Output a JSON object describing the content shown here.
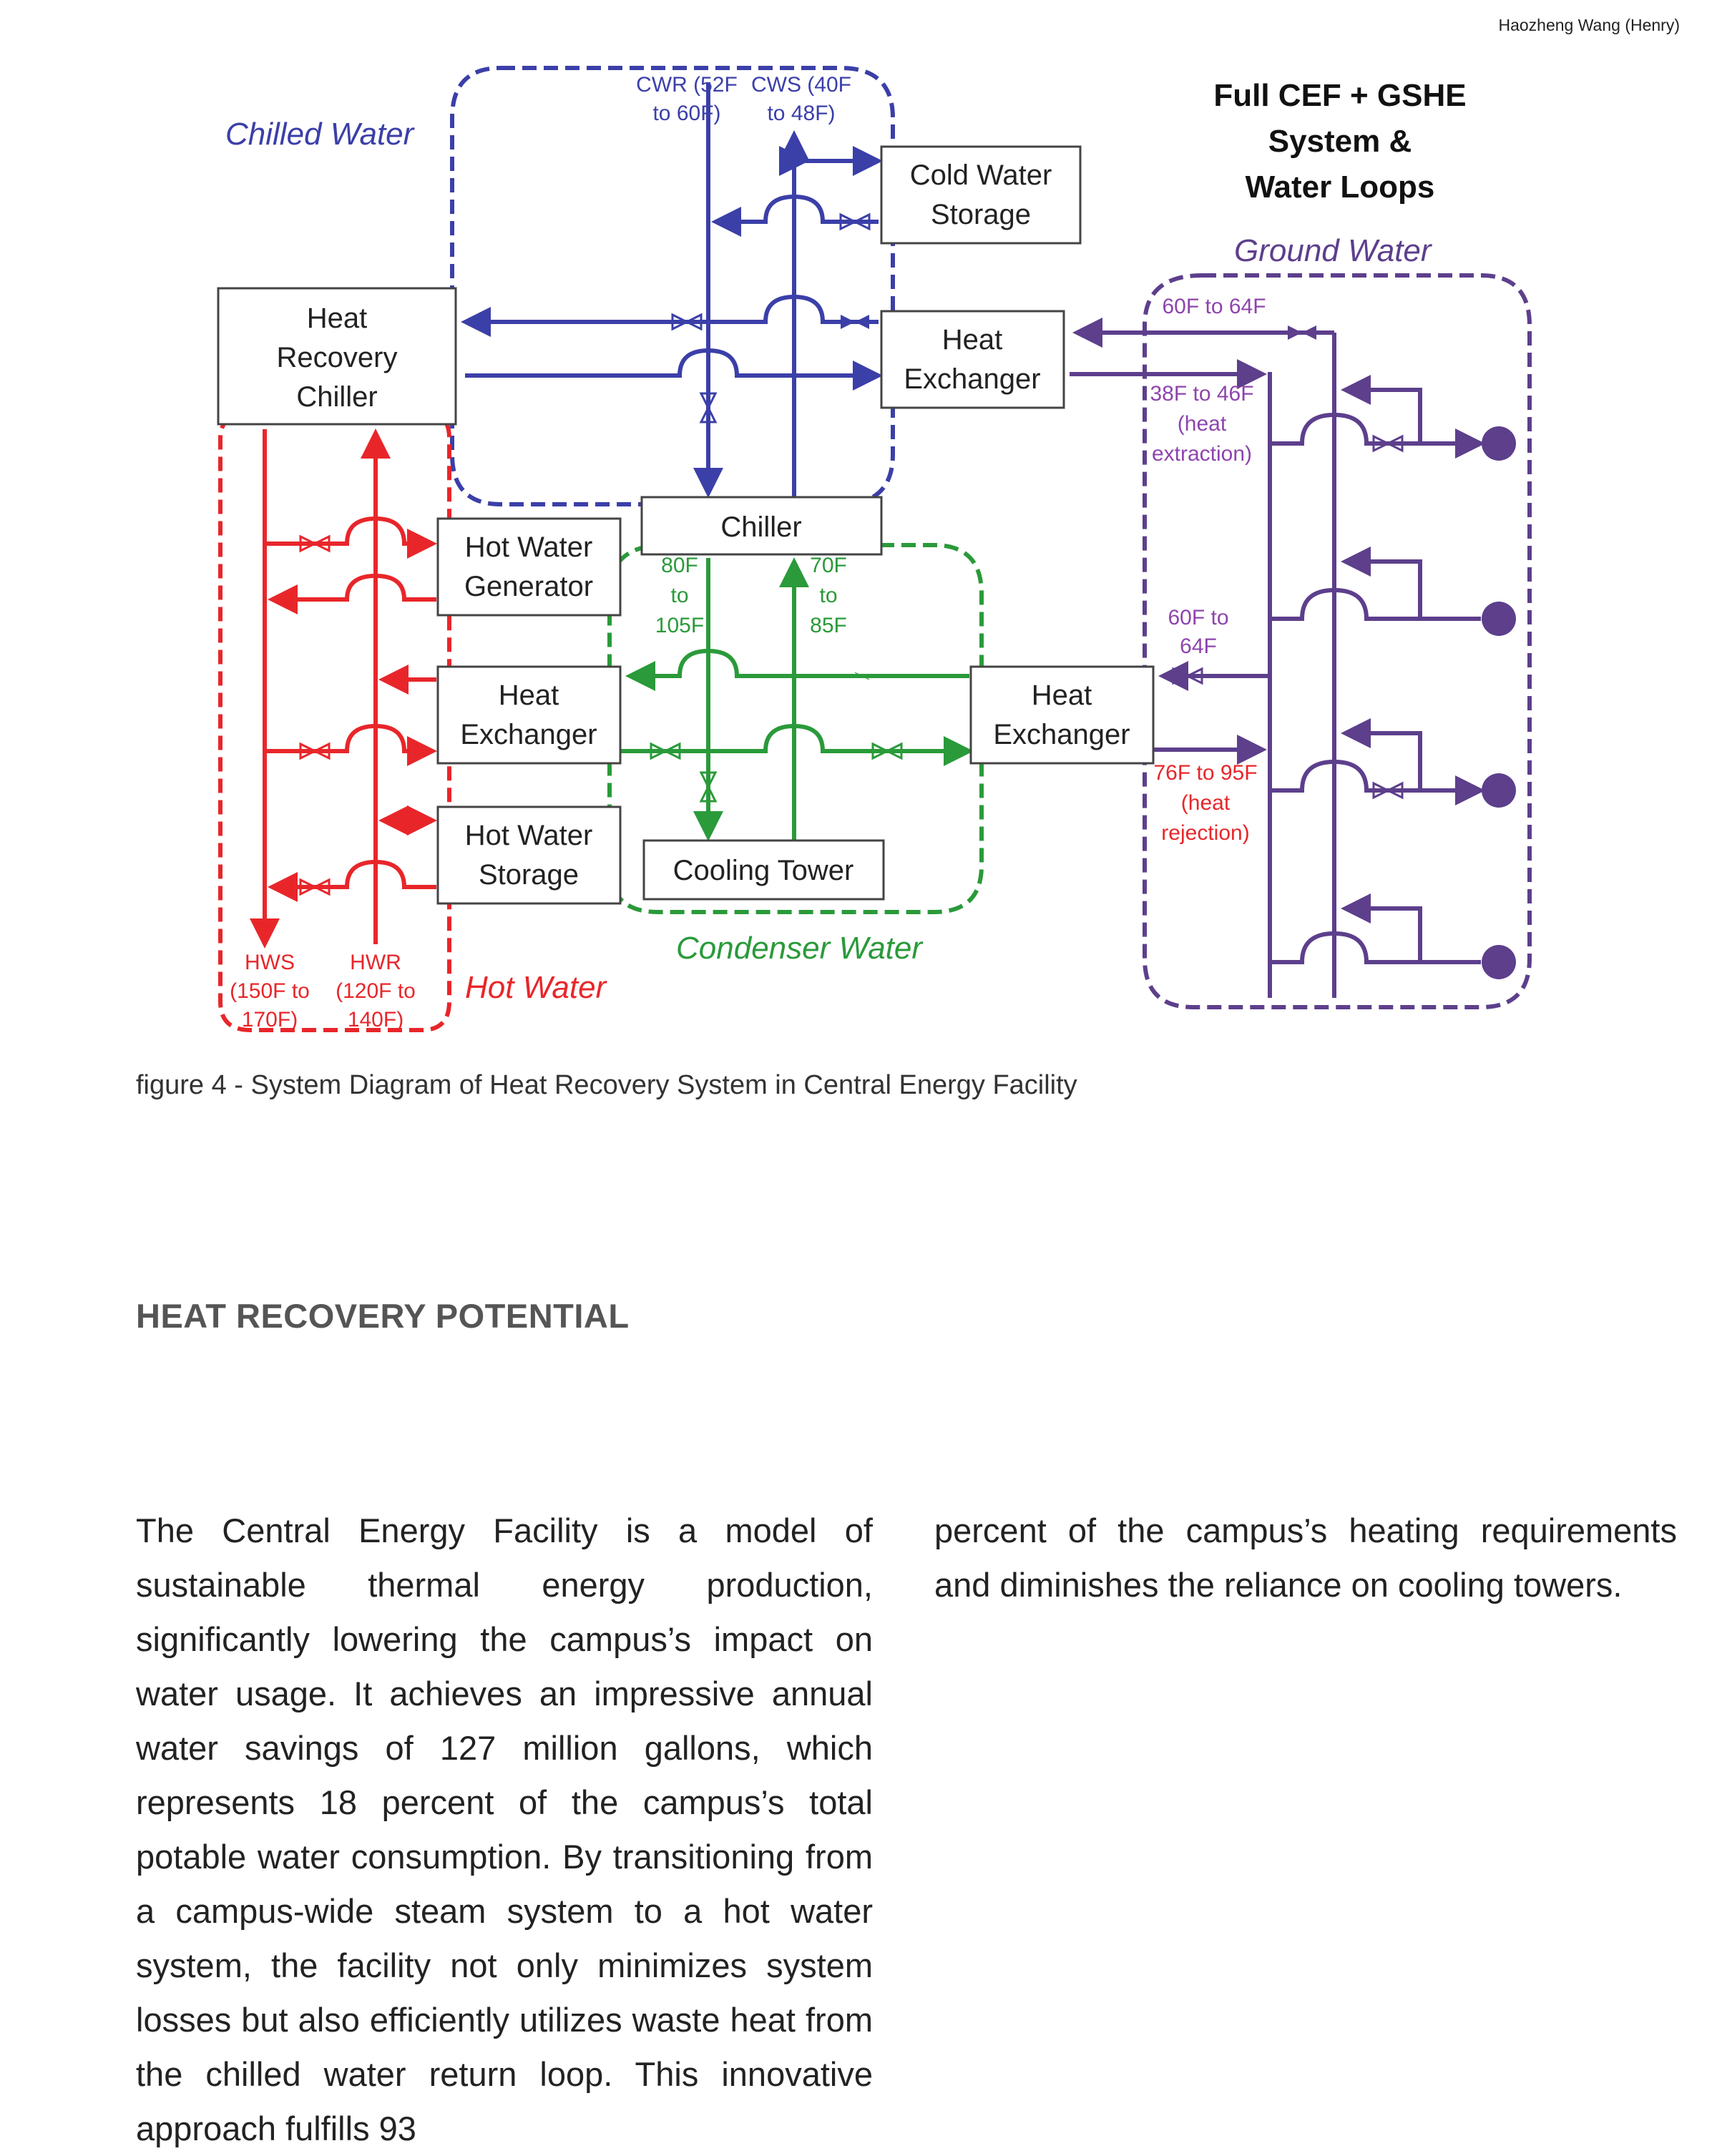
{
  "header": {
    "author": "Haozheng Wang (Henry)"
  },
  "figure": {
    "title_lines": [
      "Full CEF + GSHE",
      "System &",
      "Water Loops"
    ],
    "loops": {
      "chilled_water": "Chilled Water",
      "hot_water": "Hot Water",
      "condenser_water": "Condenser Water",
      "ground_water": "Ground Water"
    },
    "components": {
      "heat_recovery_chiller": [
        "Heat",
        "Recovery",
        "Chiller"
      ],
      "cold_water_storage": [
        "Cold Water",
        "Storage"
      ],
      "heat_exchanger_chw": [
        "Heat",
        "Exchanger"
      ],
      "chiller": "Chiller",
      "hot_water_generator": [
        "Hot Water",
        "Generator"
      ],
      "heat_exchanger_hw": [
        "Heat",
        "Exchanger"
      ],
      "hot_water_storage": [
        "Hot Water",
        "Storage"
      ],
      "cooling_tower": "Cooling Tower",
      "heat_exchanger_cond": [
        "Heat",
        "Exchanger"
      ]
    },
    "labels": {
      "cwr": [
        "CWR (52F",
        "to 60F)"
      ],
      "cws": [
        "CWS (40F",
        "to 48F)"
      ],
      "hws": [
        "HWS",
        "(150F to",
        "170F)"
      ],
      "hwr": [
        "HWR",
        "(120F to",
        "140F)"
      ],
      "cond_supply": [
        "80F",
        "to",
        "105F"
      ],
      "cond_return": [
        "70F",
        "to",
        "85F"
      ],
      "gw_60_64_top": "60F to 64F",
      "gw_extraction": [
        "38F to 46F",
        "(heat",
        "extraction)"
      ],
      "gw_60_64_mid": [
        "60F to",
        "64F"
      ],
      "gw_rejection": [
        "76F to 95F",
        "(heat",
        "rejection)"
      ]
    },
    "colors": {
      "chilled": "#3b3fa8",
      "hot": "#e8262a",
      "condenser": "#2a9a3a",
      "ground": "#5d3f8c",
      "ground_label": "#8e44ad"
    }
  },
  "caption": "figure 4 - System Diagram of Heat Recovery System in Central Energy Facility",
  "section_heading": "HEAT RECOVERY POTENTIAL",
  "body": {
    "col1": "The Central Energy Facility is a model of sustainable thermal energy production, significantly lowering the campus’s impact on water usage. It achieves an impressive annual water savings of 127 million gallons, which represents 18 percent of the campus’s total potable water consumption. By transitioning from a campus-wide steam system to a hot water system, the facility not only minimizes system losses but also efficiently utilizes waste heat from the chilled water return loop. This innovative approach fulfills 93",
    "col2": "percent of the campus’s heating requirements and diminishes the reliance on cooling towers."
  }
}
